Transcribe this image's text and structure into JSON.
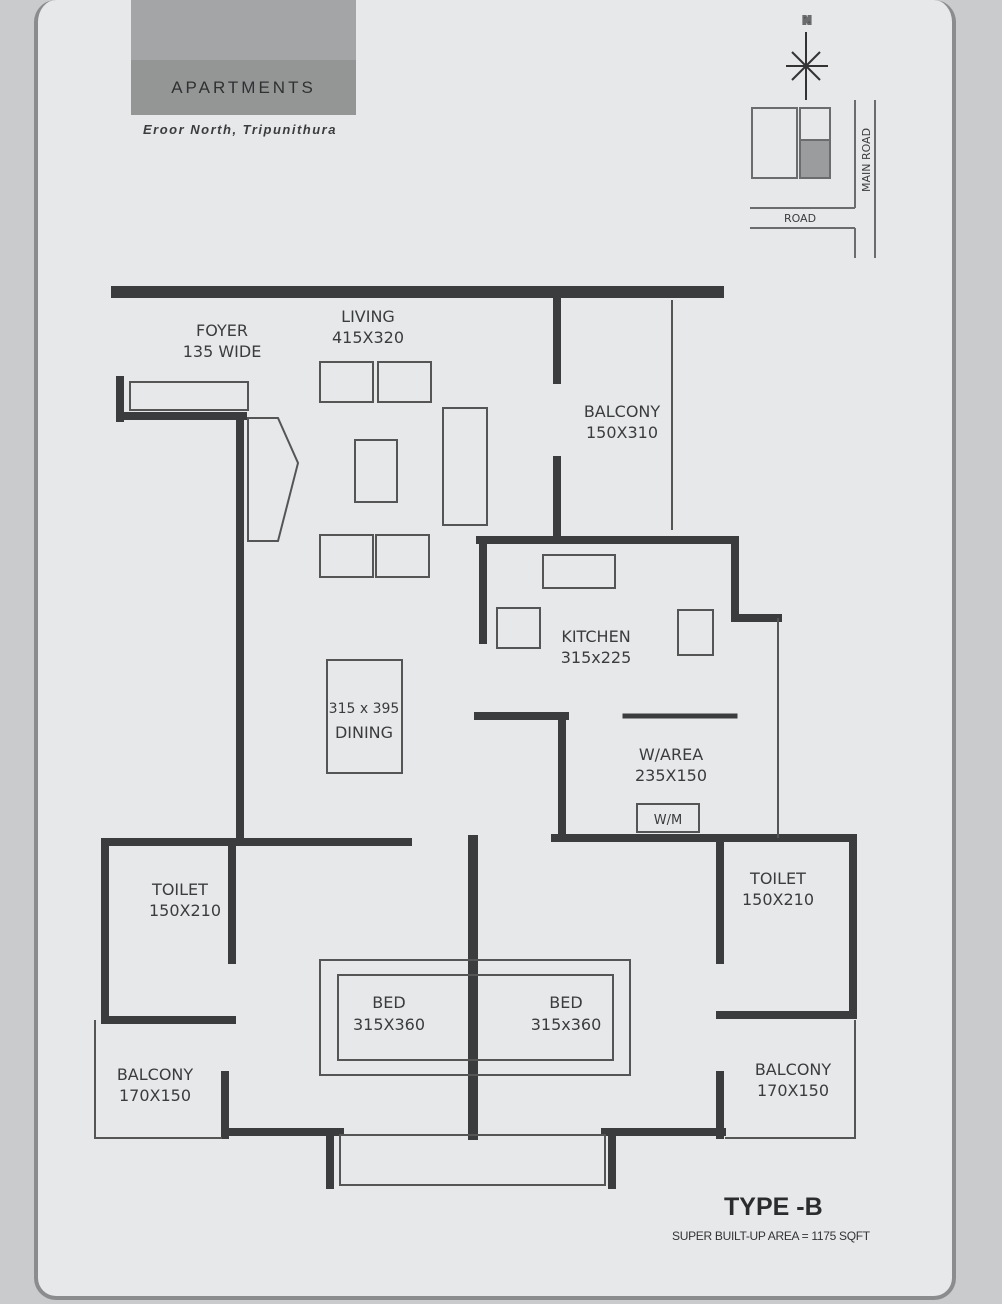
{
  "header": {
    "brand": "APARTMENTS",
    "location": "Eroor North, Tripunithura"
  },
  "key_plan": {
    "north": "N",
    "road": "ROAD",
    "main_road": "MAIN ROAD"
  },
  "rooms": {
    "foyer": {
      "name": "FOYER",
      "size": "135 WIDE"
    },
    "living": {
      "name": "LIVING",
      "size": "415X320"
    },
    "balcony_top": {
      "name": "BALCONY",
      "size": "150X310"
    },
    "kitchen": {
      "name": "KITCHEN",
      "size": "315x225"
    },
    "dining": {
      "name": "DINING",
      "size": "315 x 395"
    },
    "work_area": {
      "name": "W/AREA",
      "size": "235X150",
      "appliance": "W/M"
    },
    "toilet_left": {
      "name": "TOILET",
      "size": "150X210"
    },
    "toilet_right": {
      "name": "TOILET",
      "size": "150X210"
    },
    "bed_left": {
      "name": "BED",
      "size": "315X360"
    },
    "bed_right": {
      "name": "BED",
      "size": "315x360"
    },
    "balcony_left": {
      "name": "BALCONY",
      "size": "170X150"
    },
    "balcony_right": {
      "name": "BALCONY",
      "size": "170X150"
    }
  },
  "footer": {
    "type": "TYPE -B",
    "area": "SUPER BUILT-UP AREA = 1175 SQFT"
  }
}
